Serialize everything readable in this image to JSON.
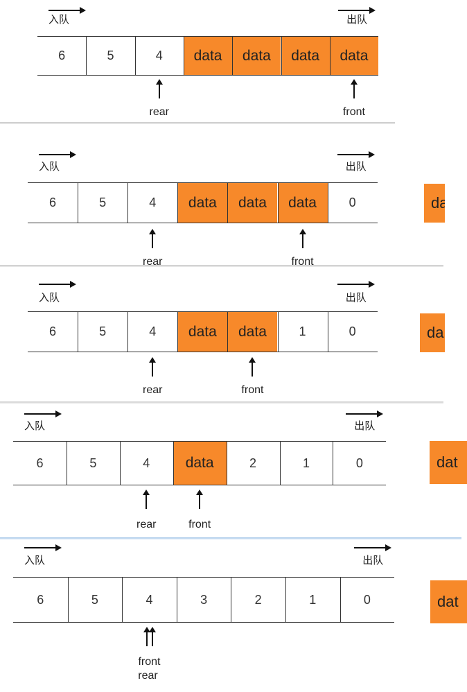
{
  "labels": {
    "enqueue": "入队",
    "dequeue": "出队",
    "rear": "rear",
    "front": "front",
    "data": "data",
    "side_fragment_short": "da",
    "side_fragment_long": "dat"
  },
  "colors": {
    "data_fill": "#f7892a",
    "line": "#333333"
  },
  "panels": [
    {
      "cells": [
        "6",
        "5",
        "4",
        "data",
        "data",
        "data",
        "data"
      ],
      "rear_index": 2,
      "front_index": 6,
      "side_text": ""
    },
    {
      "cells": [
        "6",
        "5",
        "4",
        "data",
        "data",
        "data",
        "0"
      ],
      "rear_index": 2,
      "front_index": 5,
      "side_text": "da"
    },
    {
      "cells": [
        "6",
        "5",
        "4",
        "data",
        "data",
        "1",
        "0"
      ],
      "rear_index": 2,
      "front_index": 4,
      "side_text": "da"
    },
    {
      "cells": [
        "6",
        "5",
        "4",
        "data",
        "2",
        "1",
        "0"
      ],
      "rear_index": 2,
      "front_index": 3,
      "side_text": "dat"
    },
    {
      "cells": [
        "6",
        "5",
        "4",
        "3",
        "2",
        "1",
        "0"
      ],
      "rear_index": 2,
      "front_index": 2,
      "side_text": "dat"
    }
  ]
}
